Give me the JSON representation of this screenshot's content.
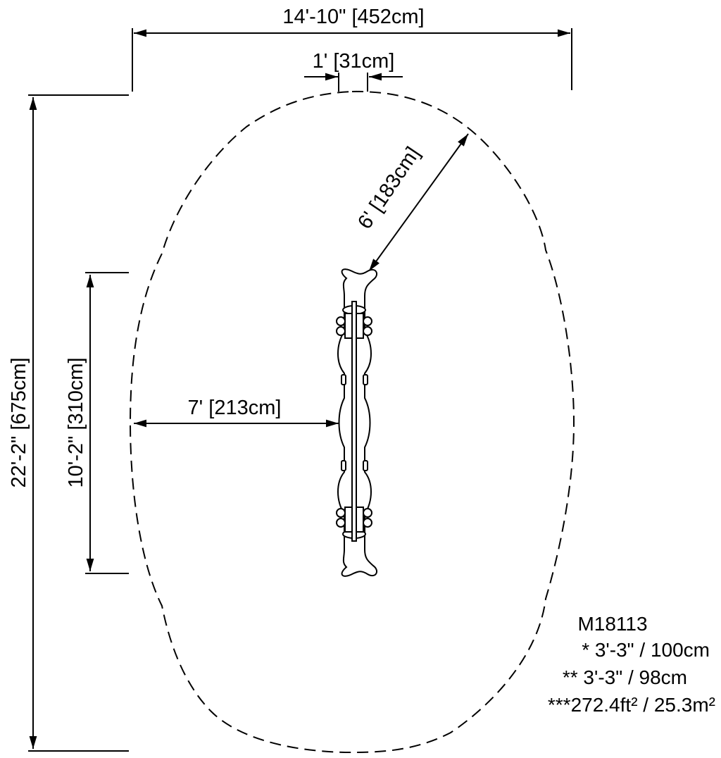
{
  "drawing": {
    "model": "M18113",
    "dimensions": {
      "overall_width": "14'-10\" [452cm]",
      "overall_length": "22'-2\" [675cm]",
      "equipment_length": "10'-2\" [310cm]",
      "equipment_width": "1' [31cm]",
      "side_clearance": "7' [213cm]",
      "end_clearance": "6' [183cm]"
    },
    "notes": [
      "* 3'-3\" / 100cm",
      "** 3'-3\" / 98cm",
      "***272.4ft² / 25.3m²"
    ]
  }
}
